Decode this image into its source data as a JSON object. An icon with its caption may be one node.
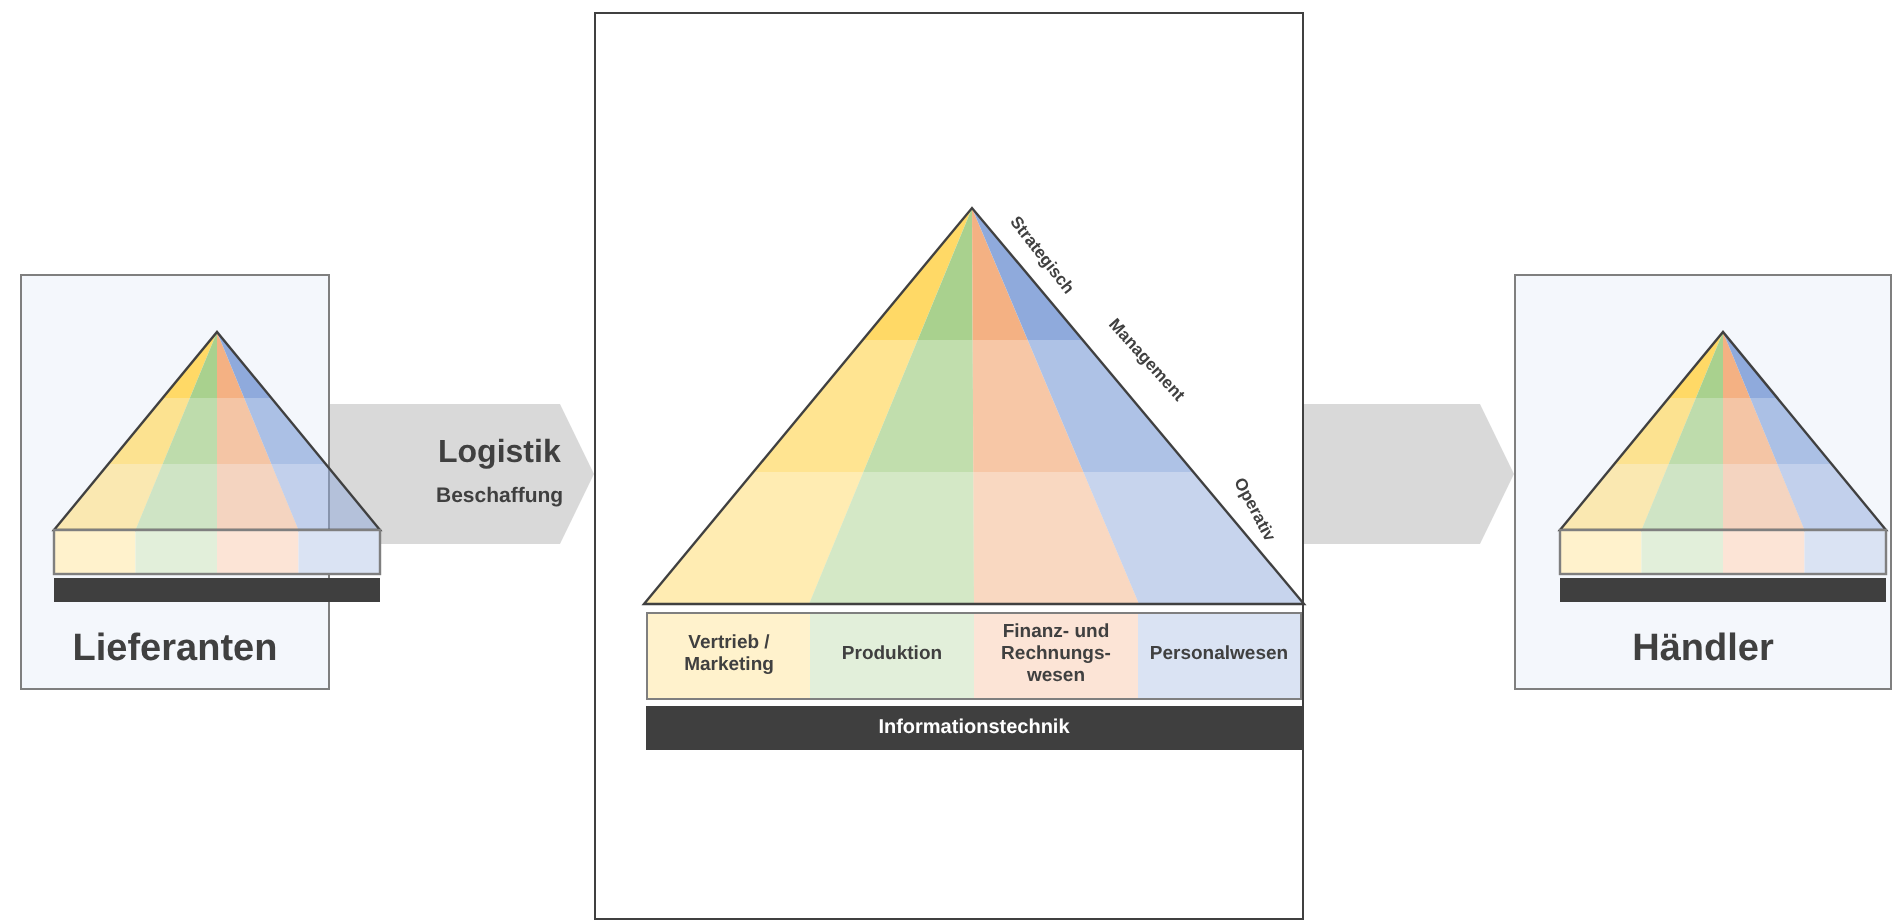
{
  "diagram": {
    "nodes": [
      {
        "text": [
          "Lieferanten"
        ]
      },
      {
        "text": [],
        "shape": "box"
      },
      {
        "text": [
          "Vertrieb / Marketing"
        ],
        "in": 1
      },
      {
        "text": [
          "Produktion"
        ],
        "in": 1
      },
      {
        "text": [
          "Finanz- und Rechnungs-wesen"
        ],
        "in": 1
      },
      {
        "text": [
          "Personalwesen"
        ],
        "in": 1
      },
      {
        "text": [
          "Informationstechnik"
        ],
        "in": 1
      },
      {
        "text": [
          "Händler"
        ]
      }
    ],
    "edges": [
      {
        "from": 0,
        "to": 1,
        "arrow": "to"
      },
      {
        "from": 1,
        "to": 7,
        "arrow": "to"
      }
    ],
    "labels": [
      "Strategisch",
      "Management",
      "Logistik",
      "Beschaffung",
      "Operativ"
    ]
  }
}
